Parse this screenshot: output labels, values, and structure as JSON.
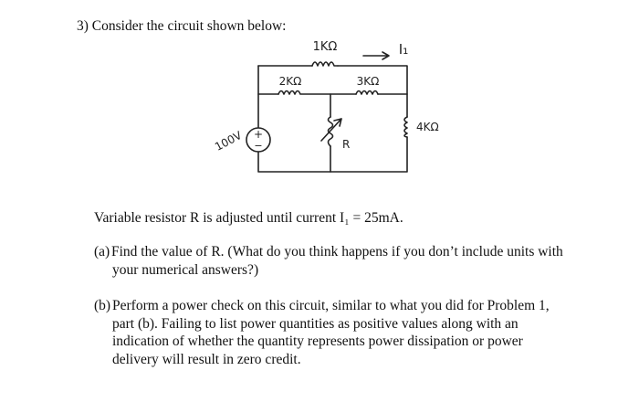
{
  "problem": {
    "heading": "3) Consider the circuit shown below:",
    "statement": "Variable resistor R is adjusted until current I₁ = 25mA.",
    "part_a": {
      "label": "(a)",
      "text": "Find the value of R. (What do you think happens if you don’t include units with your numerical answers?)"
    },
    "part_b": {
      "label": "(b)",
      "text": "Perform a power check on this circuit, similar to what you did for Problem 1, part (b). Failing to list power quantities as positive values along with an indication of whether the quantity represents power dissipation or power delivery will result in zero credit."
    }
  },
  "circuit": {
    "r_top": "1KΩ",
    "current_label": "I₁",
    "r_left": "2KΩ",
    "r_mid": "3KΩ",
    "r_right": "4KΩ",
    "source": "100V",
    "source_plus": "+",
    "source_minus": "−",
    "variable_resistor": "R"
  }
}
